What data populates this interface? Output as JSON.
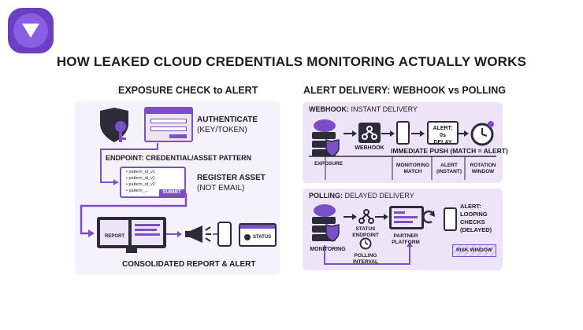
{
  "colors": {
    "accent": "#7a4fc8",
    "accent_light": "#ede4f8",
    "dark": "#2b2b3a",
    "text": "#1c1c24"
  },
  "logo": {
    "icon": "shield-v-logo-icon"
  },
  "title": "HOW LEAKED CLOUD CREDENTIALS MONITORING ACTUALLY WORKS",
  "left": {
    "title": "EXPOSURE CHECK to ALERT",
    "authenticate": {
      "title": "AUTHENTICATE",
      "sub": "(KEY/TOKEN)"
    },
    "endpoint": "ENDPOINT: CREDENTIAL/ASSET PATTERN",
    "patterns": [
      "• pattern_id_v1",
      "• pattern_id_v1",
      "• pattern_id_v2",
      "• pattern_..."
    ],
    "submit": "SUBMIT",
    "register": {
      "title": "REGISTER ASSET",
      "sub": "(NOT EMAIL)"
    },
    "report": "REPORT",
    "status": "STATUS",
    "footer": "CONSOLIDATED REPORT & ALERT"
  },
  "right": {
    "title": "ALERT DELIVERY: WEBHOOK vs POLLING",
    "webhook": {
      "header_bold": "WEBHOOK:",
      "header_rest": " INSTANT DELIVERY",
      "webhook_label": "WEBHOOK",
      "alert_box": "ALERT: 0s DELAY",
      "push": "IMMEDIATE PUSH (MATCH = ALERT)",
      "exposure": "EXPOSURE",
      "monitoring_match": "MONITORING MATCH",
      "alert_instant": "ALERT (INSTANT)",
      "rotation": "ROTATION WINDOW"
    },
    "polling": {
      "header_bold": "POLLING:",
      "header_rest": " DELAYED DELIVERY",
      "status_endpoint": "STATUS ENDPOINT",
      "partner": "PARTNER PLATFORM",
      "alert_loop": "ALERT: LOOPING CHECKS (DELAYED)",
      "monitoring": "MONITORING",
      "interval": "POLLING INTERVAL",
      "risk": "RISK WINDOW"
    }
  }
}
